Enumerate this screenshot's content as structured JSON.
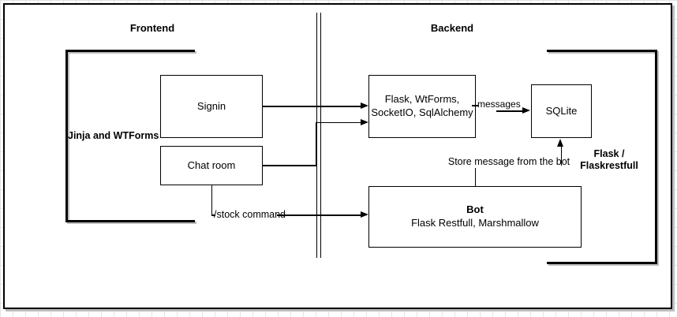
{
  "canvas": {
    "frontend_title": "Frontend",
    "backend_title": "Backend"
  },
  "frontend": {
    "bracket_label": "Jinja and WTForms",
    "nodes": {
      "signin": "Signin",
      "chat_room": "Chat room"
    }
  },
  "backend": {
    "bracket_label_line1": "Flask /",
    "bracket_label_line2": "Flaskrestfull",
    "nodes": {
      "flask_server_line1": "Flask, WtForms,",
      "flask_server_line2": "SocketIO, SqlAlchemy",
      "sqlite": "SQLite",
      "bot_title": "Bot",
      "bot_subtitle": "Flask Restfull, Marshmallow"
    }
  },
  "edges": {
    "messages_label": "messages",
    "stock_command_label": "/stock command",
    "store_message_label": "Store message from the bot"
  },
  "colors": {
    "line": "#000000",
    "node_fill": "#ffffff",
    "shadow": "#bdbdbd",
    "grid": "#e3e3e3"
  }
}
